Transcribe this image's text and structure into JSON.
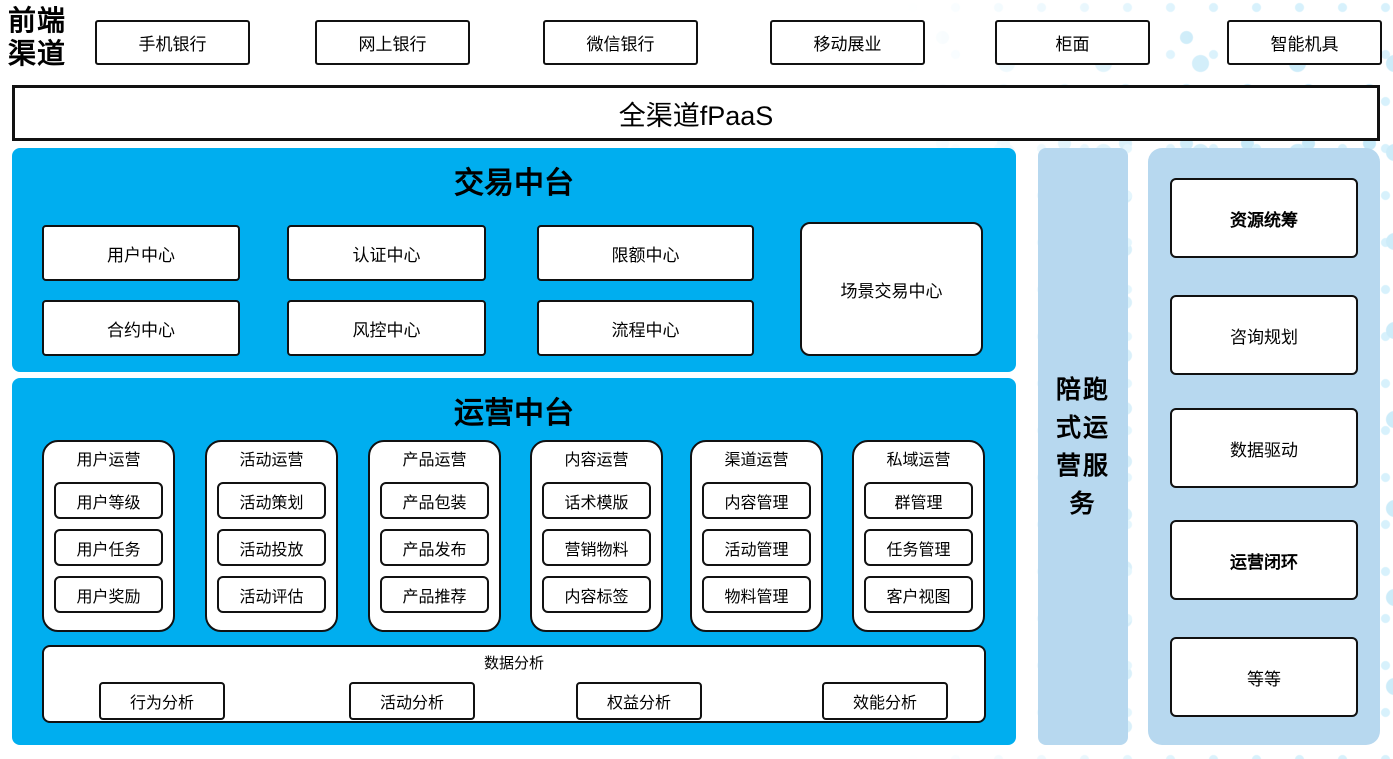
{
  "frontend": {
    "label": "前端渠道",
    "channels": [
      "手机银行",
      "网上银行",
      "微信银行",
      "移动展业",
      "柜面",
      "智能机具"
    ]
  },
  "fpaas": {
    "label": "全渠道fPaaS"
  },
  "trade_platform": {
    "title": "交易中台",
    "centers": [
      "用户中心",
      "认证中心",
      "限额中心",
      "合约中心",
      "风控中心",
      "流程中心"
    ],
    "scenario_center": "场景交易中心"
  },
  "ops_platform": {
    "title": "运营中台",
    "groups": [
      {
        "label": "用户运营",
        "items": [
          "用户等级",
          "用户任务",
          "用户奖励"
        ]
      },
      {
        "label": "活动运营",
        "items": [
          "活动策划",
          "活动投放",
          "活动评估"
        ]
      },
      {
        "label": "产品运营",
        "items": [
          "产品包装",
          "产品发布",
          "产品推荐"
        ]
      },
      {
        "label": "内容运营",
        "items": [
          "话术模版",
          "营销物料",
          "内容标签"
        ]
      },
      {
        "label": "渠道运营",
        "items": [
          "内容管理",
          "活动管理",
          "物料管理"
        ]
      },
      {
        "label": "私域运营",
        "items": [
          "群管理",
          "任务管理",
          "客户视图"
        ]
      }
    ],
    "analysis": {
      "label": "数据分析",
      "items": [
        "行为分析",
        "活动分析",
        "权益分析",
        "效能分析"
      ]
    }
  },
  "side_service": {
    "label": "陪跑式运营服务"
  },
  "right_panel": {
    "items": [
      "资源统筹",
      "咨询规划",
      "数据驱动",
      "运营闭环",
      "等等"
    ]
  },
  "colors": {
    "platform_blue": "#00AEEF",
    "panel_light_blue": "#B7D8EF",
    "dot_color": "#CDECF9"
  }
}
